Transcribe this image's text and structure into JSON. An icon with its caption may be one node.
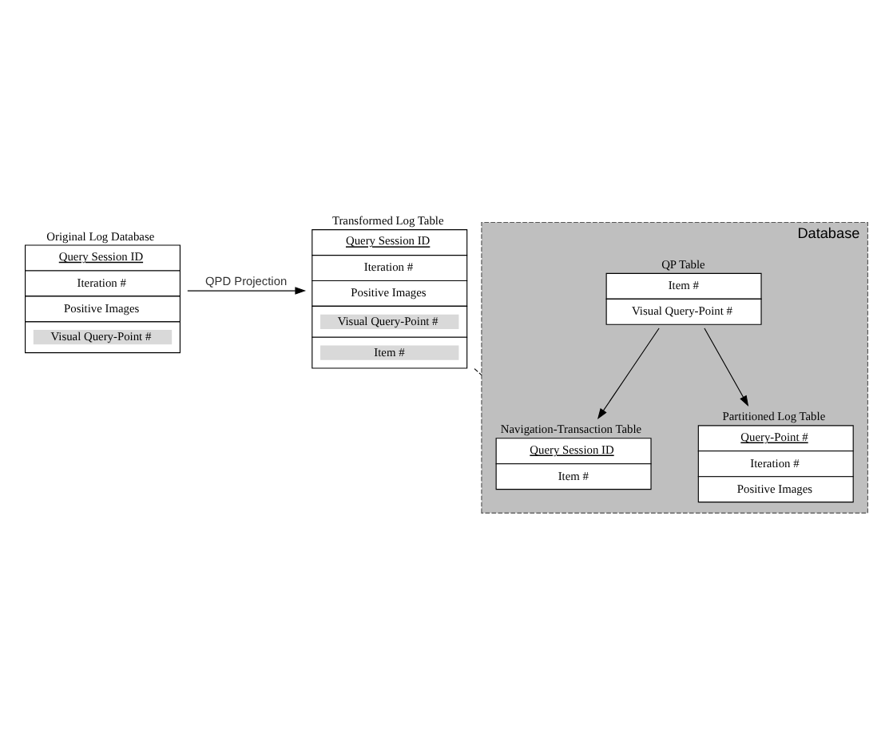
{
  "diagram": {
    "nodes": [
      {
        "text": [
          "Original Log Database",
          "Query Session ID",
          "Iteration #",
          "Positive Images",
          "Visual Query-Point #"
        ]
      },
      {
        "text": [
          "Transformed Log Table",
          "Query Session ID",
          "Iteration #",
          "Positive Images",
          "Visual Query-Point #",
          "Item #"
        ]
      },
      {
        "text": [
          "Database"
        ]
      },
      {
        "text": [
          "Navigation-Transaction Table",
          "Query Session ID",
          "Item #"
        ],
        "in": 2
      },
      {
        "text": [
          "QP Table",
          "Item #",
          "Visual Query-Point #"
        ],
        "in": 2
      },
      {
        "text": [
          "Partitioned Log Table",
          "Query-Point #",
          "Iteration #",
          "Positive Images"
        ],
        "in": 2
      }
    ],
    "edges": [
      {
        "from": 0,
        "to": 1,
        "arrow": "to",
        "label": "QPD Projection"
      },
      {
        "from": 1,
        "to": 2,
        "arrow": "none",
        "style": "dashed"
      },
      {
        "from": 4,
        "to": 3,
        "arrow": "to"
      },
      {
        "from": 4,
        "to": 5,
        "arrow": "to"
      }
    ]
  }
}
